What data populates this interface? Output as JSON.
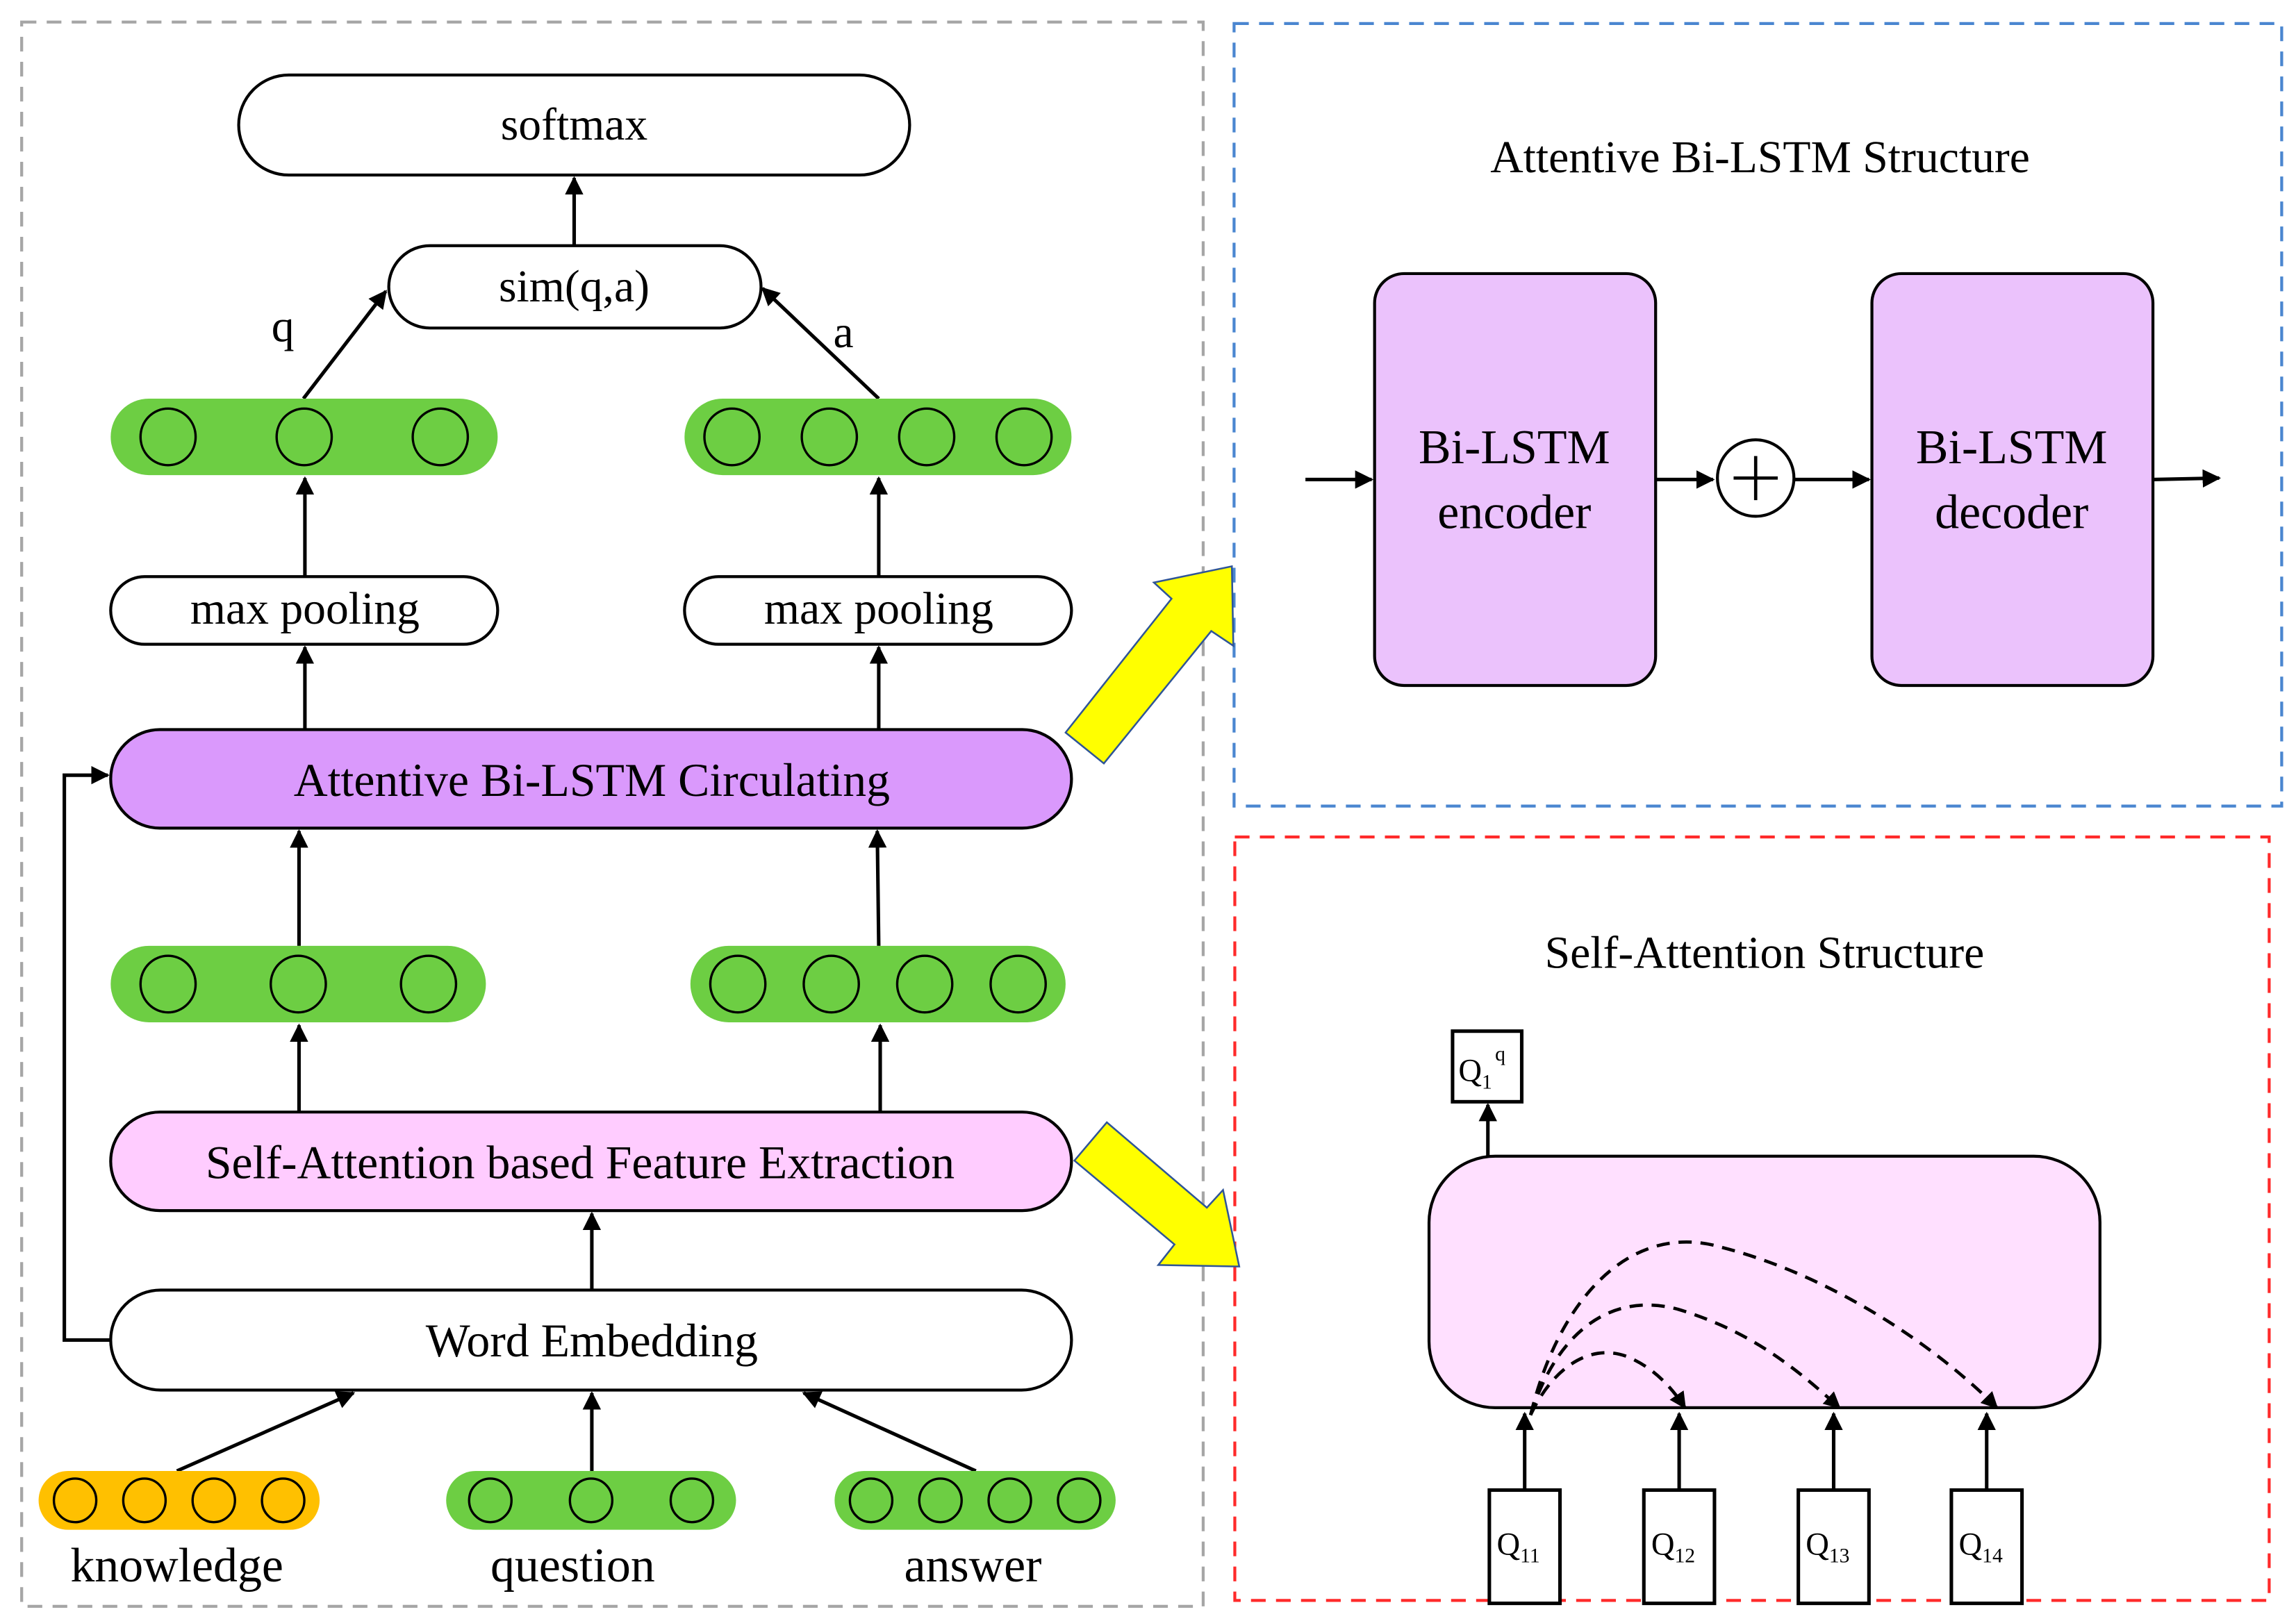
{
  "colors": {
    "frame_main": "#A6A6A6",
    "frame_bilstm": "#4A86D0",
    "frame_selfatt": "#FF2A2A",
    "green_vector": "#6DCE43",
    "knowledge_vector": "#FFC000",
    "attentive_bilstm_fill": "#DA99FC",
    "self_attention_fill": "#FFCCFF",
    "bilstm_block_fill": "#EBC2FC",
    "self_attention_structure_fill": "#FFE0FF",
    "pointer_arrow": "#FFFF00"
  },
  "main_model": {
    "softmax": "softmax",
    "similarity": "sim(q,a)",
    "q_label": "q",
    "a_label": "a",
    "max_pooling_left": "max pooling",
    "max_pooling_right": "max pooling",
    "attentive_bilstm": "Attentive Bi-LSTM Circulating",
    "self_attention_extraction": "Self-Attention based Feature Extraction",
    "word_embedding": "Word Embedding",
    "inputs": [
      {
        "label": "knowledge",
        "units": 4
      },
      {
        "label": "question",
        "units": 3
      },
      {
        "label": "answer",
        "units": 4
      }
    ],
    "question_vector_units": 3,
    "answer_vector_units": 4
  },
  "bilstm_structure": {
    "title": "Attentive Bi-LSTM Structure",
    "encoder_line1": "Bi-LSTM",
    "encoder_line2": "encoder",
    "decoder_line1": "Bi-LSTM",
    "decoder_line2": "decoder",
    "combine_symbol": "+"
  },
  "self_attention_structure": {
    "title": "Self-Attention Structure",
    "output": {
      "base": "Q",
      "sub": "1",
      "sup": "q"
    },
    "tokens": [
      {
        "base": "Q",
        "sub": "11"
      },
      {
        "base": "Q",
        "sub": "12"
      },
      {
        "base": "Q",
        "sub": "13"
      },
      {
        "base": "Q",
        "sub": "14"
      }
    ]
  }
}
